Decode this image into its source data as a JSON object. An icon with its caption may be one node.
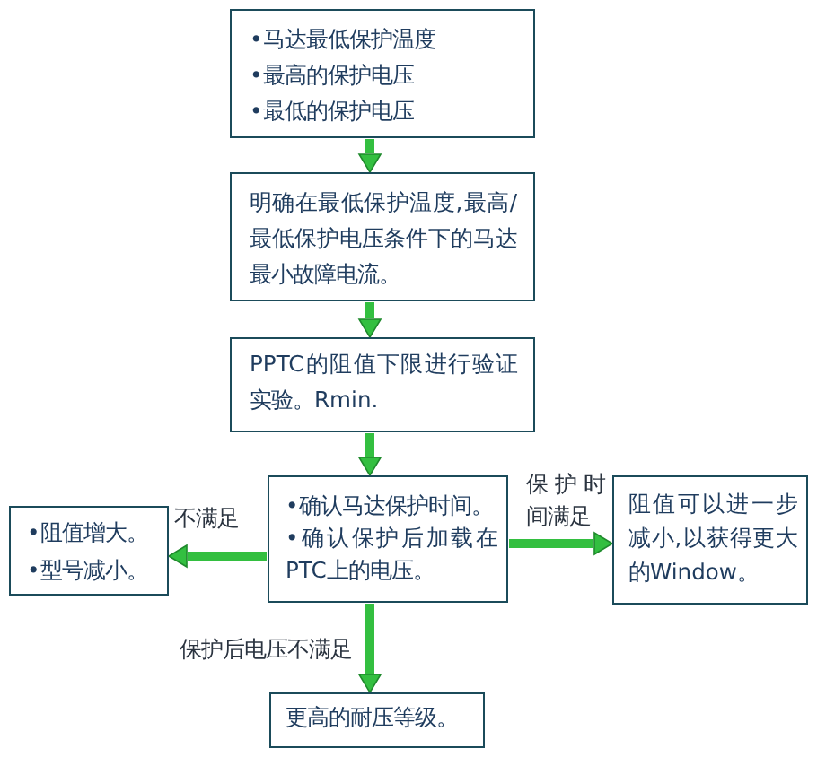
{
  "diagram": {
    "nodes": [
      {
        "text": [
          "•马达最低保护温度",
          "•最高的保护电压",
          "•最低的保护电压"
        ]
      },
      {
        "text": [
          "明确在最低保护温度,最高/最低保护电压条件下的马达最小故障电流。"
        ]
      },
      {
        "text": [
          "PPTC的阻值下限进行验证实验。Rmin."
        ]
      },
      {
        "text": [
          "•确认马达保护时间。",
          "•确认保护后加载在PTC上的电压。"
        ]
      },
      {
        "text": [
          "•阻值增大。",
          "•型号减小。"
        ]
      },
      {
        "text": [
          "阻值可以进一步减小,以获得更大的Window。"
        ]
      },
      {
        "text": [
          "更高的耐压等级。"
        ]
      }
    ],
    "edges": [
      {
        "from": 0,
        "to": 1,
        "arrow": "to"
      },
      {
        "from": 1,
        "to": 2,
        "arrow": "to"
      },
      {
        "from": 2,
        "to": 3,
        "arrow": "to"
      },
      {
        "from": 3,
        "to": 4,
        "arrow": "to",
        "label": "不满足"
      },
      {
        "from": 3,
        "to": 5,
        "arrow": "to",
        "label": "保护时间满足"
      },
      {
        "from": 3,
        "to": 6,
        "arrow": "to",
        "label": "保护后电压不满足"
      }
    ]
  }
}
